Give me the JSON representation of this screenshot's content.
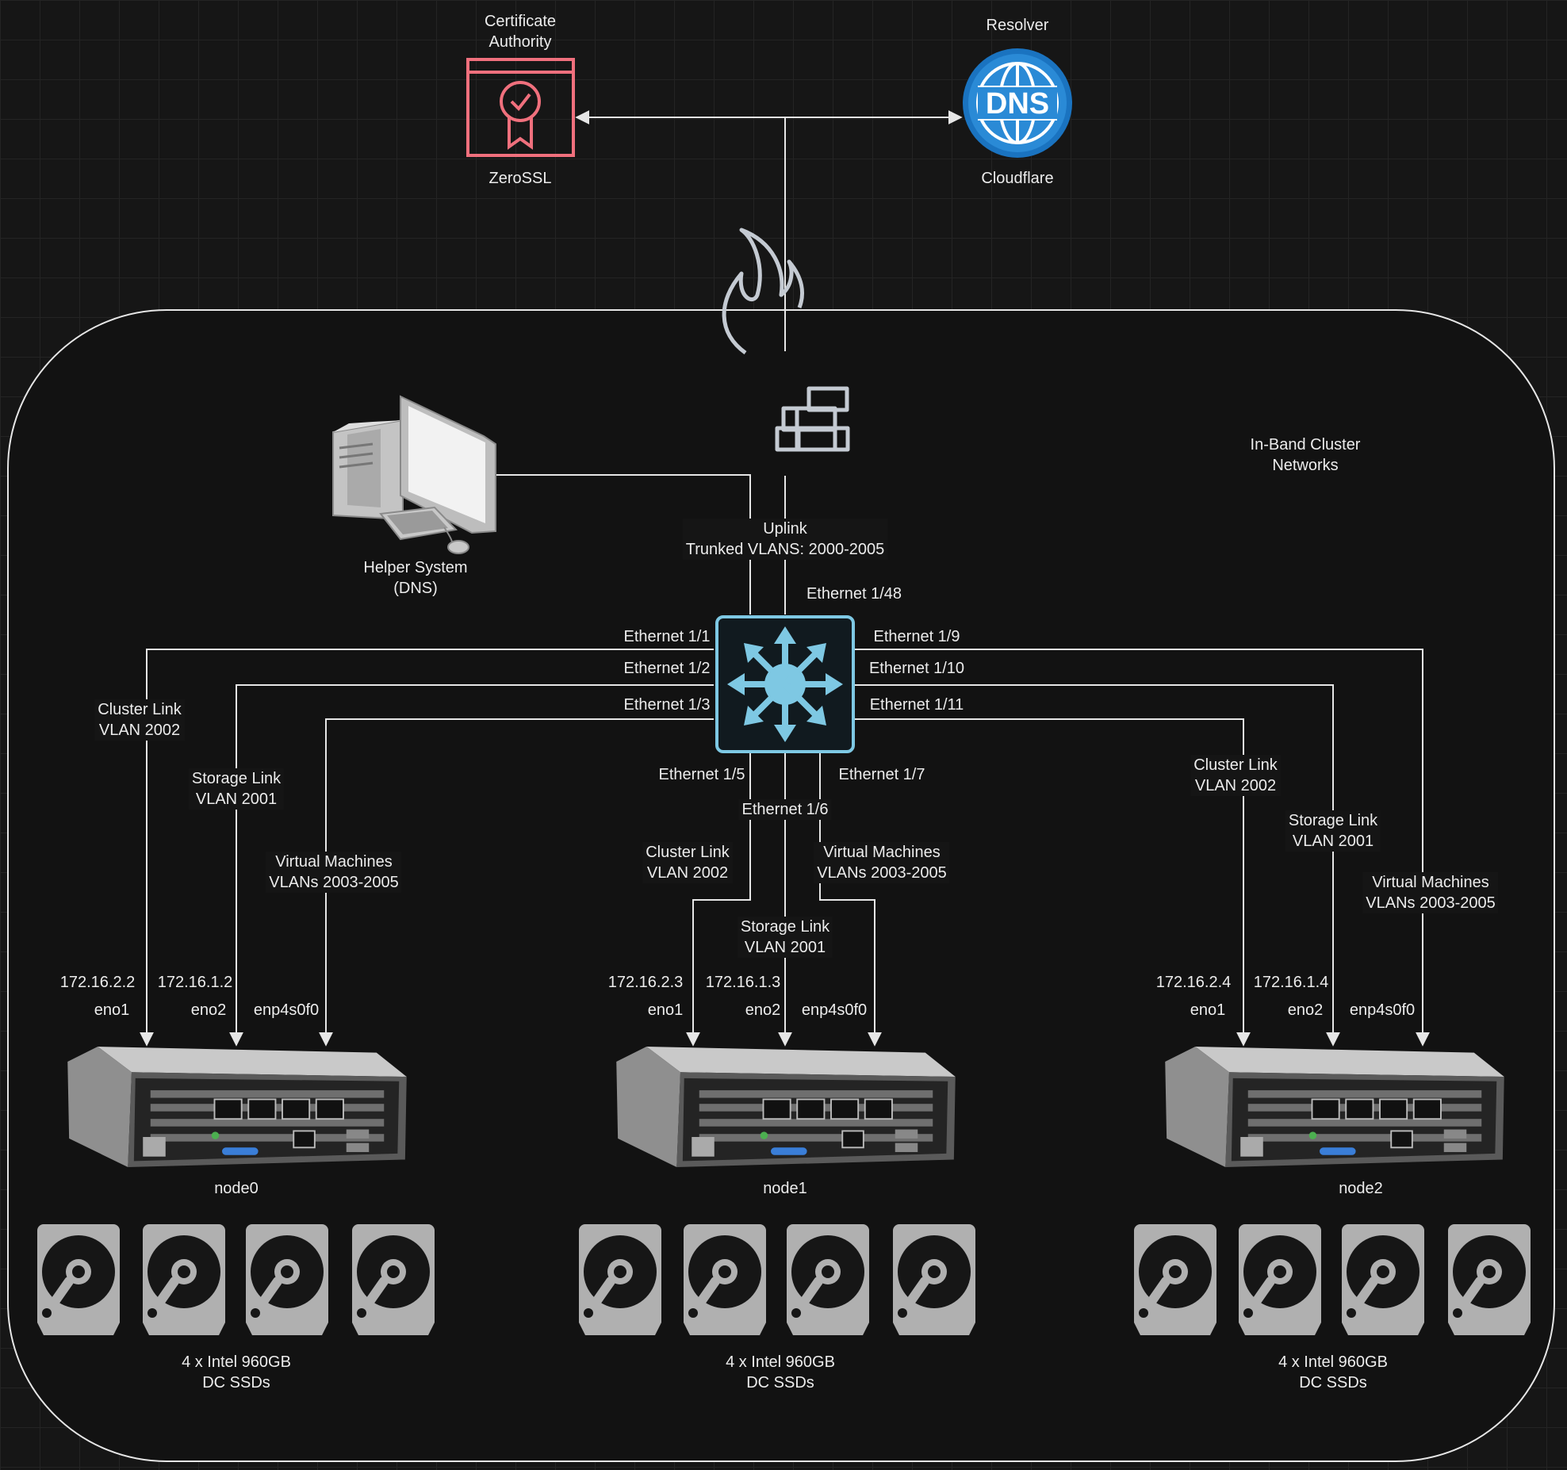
{
  "colors": {
    "background": "#161616",
    "cluster_fill": "#121212",
    "line": "#e6e6e6",
    "text": "#ececec",
    "certificate_icon": "#f0707d",
    "dns_icon": "#2a8ad6",
    "switch_icon": "#7ec8e3",
    "firewall_icon": "#c4cad2",
    "disk_icon": "#b0b0b0"
  },
  "external": {
    "ca_title": "Certificate\nAuthority",
    "ca_name": "ZeroSSL",
    "ca_icon": "certificate-icon",
    "resolver_title": "Resolver",
    "resolver_name": "Cloudflare",
    "dns_icon": "dns-globe-icon",
    "dns_text": "DNS"
  },
  "cluster": {
    "title": "In-Band Cluster\nNetworks",
    "firewall_icon": "firewall-icon",
    "helper_label": "Helper System\n(DNS)",
    "helper_icon": "desktop-computer-icon",
    "uplink_label": "Uplink\nTrunked VLANS: 2000-2005",
    "switch_icon": "network-switch-icon",
    "uplink_port": "Ethernet 1/48"
  },
  "ports": {
    "p1": "Ethernet 1/1",
    "p2": "Ethernet 1/2",
    "p3": "Ethernet 1/3",
    "p5": "Ethernet 1/5",
    "p6": "Ethernet 1/6",
    "p7": "Ethernet 1/7",
    "p9": "Ethernet 1/9",
    "p10": "Ethernet 1/10",
    "p11": "Ethernet 1/11"
  },
  "links": {
    "cluster": "Cluster Link\nVLAN 2002",
    "storage": "Storage Link\nVLAN 2001",
    "vms": "Virtual Machines\nVLANs 2003-2005"
  },
  "nodes": [
    {
      "name": "node0",
      "eno1_ip": "172.16.2.2",
      "eno2_ip": "172.16.1.2",
      "if1": "eno1",
      "if2": "eno2",
      "if3": "enp4s0f0",
      "storage": "4 x Intel 960GB\nDC SSDs"
    },
    {
      "name": "node1",
      "eno1_ip": "172.16.2.3",
      "eno2_ip": "172.16.1.3",
      "if1": "eno1",
      "if2": "eno2",
      "if3": "enp4s0f0",
      "storage": "4 x Intel 960GB\nDC SSDs"
    },
    {
      "name": "node2",
      "eno1_ip": "172.16.2.4",
      "eno2_ip": "172.16.1.4",
      "if1": "eno1",
      "if2": "eno2",
      "if3": "enp4s0f0",
      "storage": "4 x Intel 960GB\nDC SSDs"
    }
  ],
  "icons": {
    "server": "rack-server-icon",
    "disk": "hard-disk-icon"
  }
}
